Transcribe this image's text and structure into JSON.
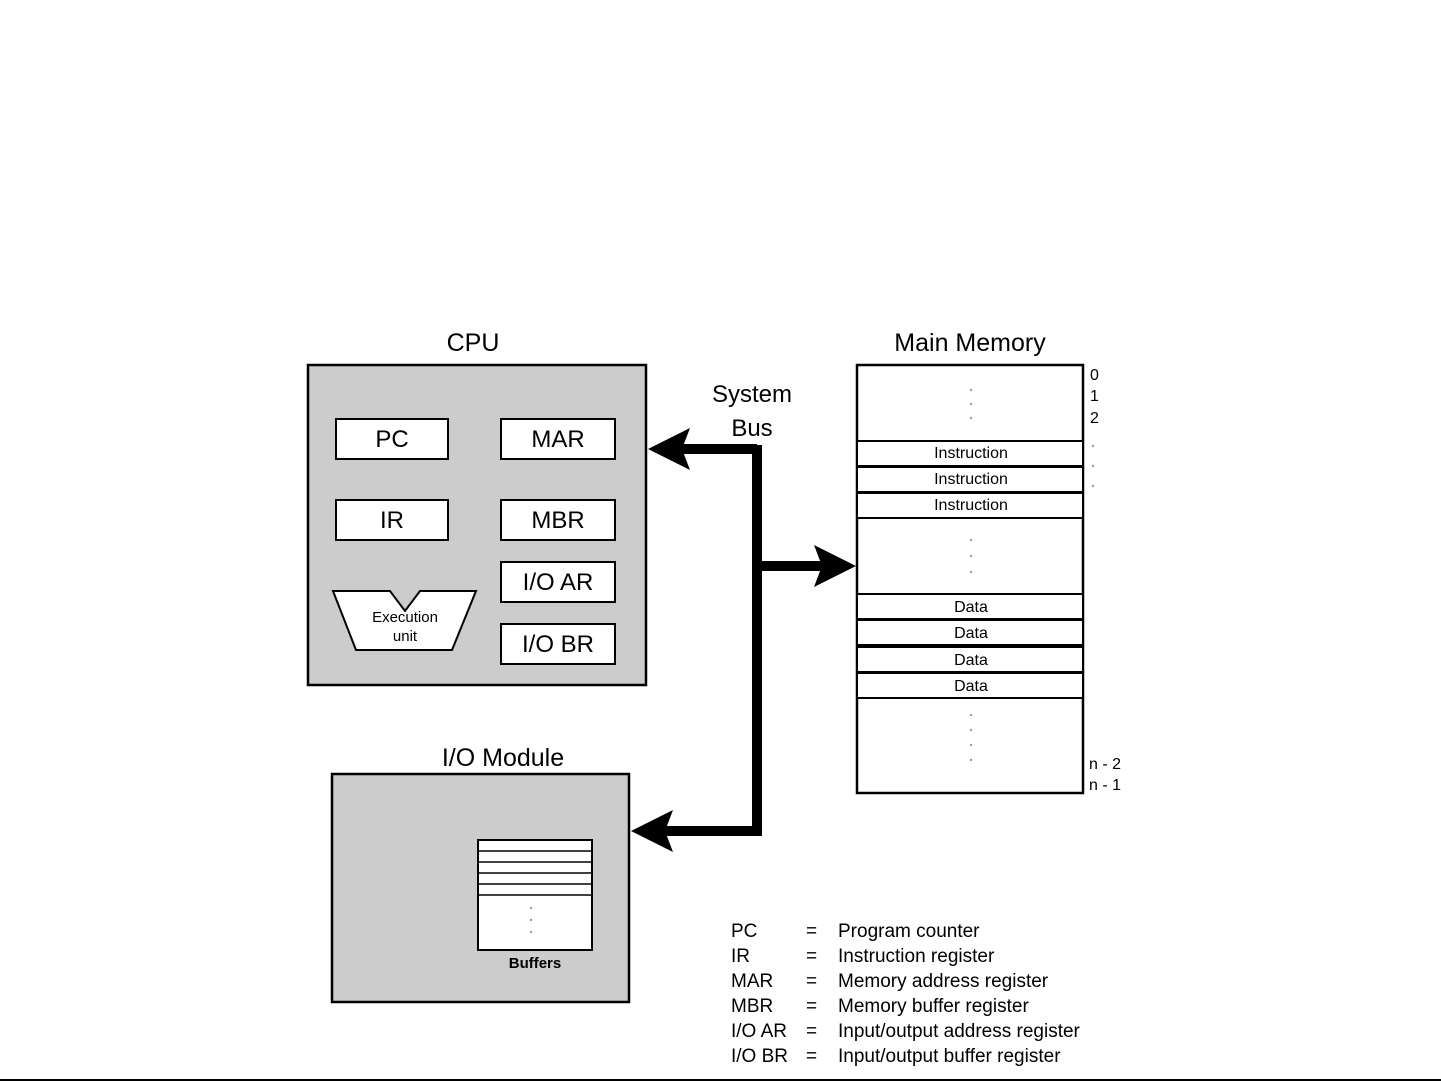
{
  "cpu": {
    "title": "CPU",
    "registers": {
      "pc": "PC",
      "mar": "MAR",
      "ir": "IR",
      "mbr": "MBR",
      "ioar": "I/O AR",
      "iobr": "I/O BR"
    },
    "exec_line1": "Execution",
    "exec_line2": "unit"
  },
  "bus": {
    "line1": "System",
    "line2": "Bus"
  },
  "memory": {
    "title": "Main Memory",
    "instruction_label": "Instruction",
    "data_label": "Data",
    "index_top": [
      "0",
      "1",
      "2"
    ],
    "index_bottom": [
      "n - 2",
      "n - 1"
    ]
  },
  "io": {
    "title": "I/O Module",
    "buffers_label": "Buffers"
  },
  "legend": [
    {
      "abbr": "PC",
      "eq": "=",
      "desc": "Program counter"
    },
    {
      "abbr": "IR",
      "eq": "=",
      "desc": "Instruction register"
    },
    {
      "abbr": "MAR",
      "eq": "=",
      "desc": "Memory address register"
    },
    {
      "abbr": "MBR",
      "eq": "=",
      "desc": "Memory buffer register"
    },
    {
      "abbr": "I/O AR",
      "eq": "=",
      "desc": "Input/output address register"
    },
    {
      "abbr": "I/O BR",
      "eq": "=",
      "desc": "Input/output buffer register"
    }
  ],
  "colors": {
    "box_fill": "#cccccc",
    "line": "#000000",
    "background": "#ffffff"
  }
}
